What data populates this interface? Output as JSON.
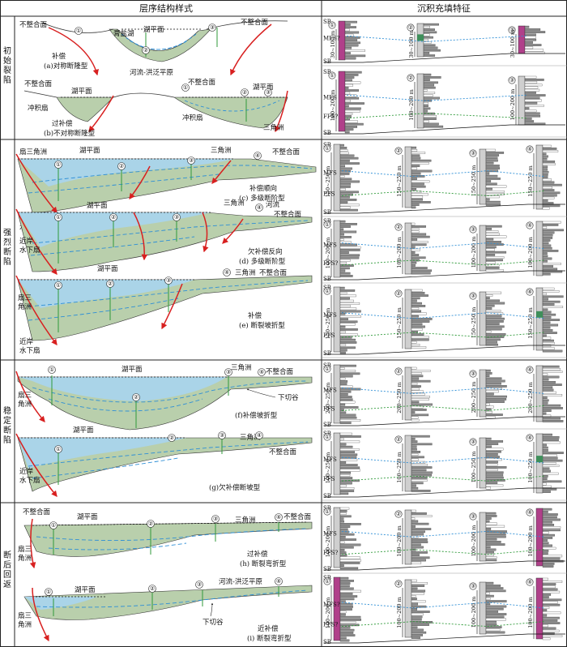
{
  "header": {
    "left": "层序结构样式",
    "right": "沉积充填特征"
  },
  "stages": [
    {
      "chars": [
        "初",
        "始",
        "裂",
        "陷"
      ]
    },
    {
      "chars": [
        "强",
        "烈",
        "断",
        "陷"
      ]
    },
    {
      "chars": [
        "稳",
        "定",
        "断",
        "陷"
      ]
    },
    {
      "chars": [
        "断",
        "后",
        "回",
        "返"
      ]
    }
  ],
  "terms": {
    "lake_level": "湖平面",
    "unconformity": "不整合面",
    "delta": "三角洲",
    "fan_delta": "扇三角洲",
    "fan_delta_split": [
      "扇三",
      "角洲"
    ],
    "nearshore_fan": [
      "近岸",
      "水下扇"
    ],
    "alluvial_fan": "冲积扇",
    "river": "河流",
    "saline_lake": "膏盐湖",
    "fluvial_plain": "河流-洪泛平原",
    "incised_valley": "下切谷",
    "mfs": "MFS",
    "ffs": "FFS",
    "mfs_q": "MFS?",
    "ffs_q": "FFS?",
    "sb": "SB"
  },
  "panels": [
    {
      "id": "a",
      "label_1": "补偿",
      "label_2": "(a)对称断隆型",
      "thickness": "30~100 m"
    },
    {
      "id": "b",
      "label_1": "过补偿",
      "label_2": "(b)不对称断隆型",
      "thickness": "100~200 m"
    },
    {
      "id": "c",
      "label_1": "补偿顺向",
      "label_2": "(c) 多级断阶型",
      "thickness": "150~250 m"
    },
    {
      "id": "d",
      "label_1": "欠补偿反向",
      "label_2": "(d) 多级断阶型",
      "thickness": "100~200 m"
    },
    {
      "id": "e",
      "label_1": "补偿",
      "label_2": "(e) 断裂坡折型",
      "thickness": "150~250 m"
    },
    {
      "id": "f",
      "label_1": "(f)补偿坡折型",
      "label_2": "",
      "thickness": "200~250 m"
    },
    {
      "id": "g",
      "label_1": "(g)欠补偿断坡型",
      "label_2": "",
      "thickness": "100~250 m"
    },
    {
      "id": "h",
      "label_1": "过补偿",
      "label_2": "(h) 断裂弯折型",
      "thickness": "100~200 m"
    },
    {
      "id": "i",
      "label_1": "近补偿",
      "label_2": "(i) 断裂弯折型",
      "thickness": "100~200 m"
    }
  ],
  "well_numbers": [
    "①",
    "②",
    "③",
    "④"
  ],
  "colors": {
    "water": "#a9d4ee",
    "fill": "#b9cfac",
    "fill_dark": "#8fae84",
    "fault": "#d82020",
    "mfs_line": "#2e8fd6",
    "ffs_line": "#2f9a3a",
    "log_grey": "#8a8a8a",
    "log_purple": "#b0408a",
    "log_green": "#3e8f5a"
  }
}
